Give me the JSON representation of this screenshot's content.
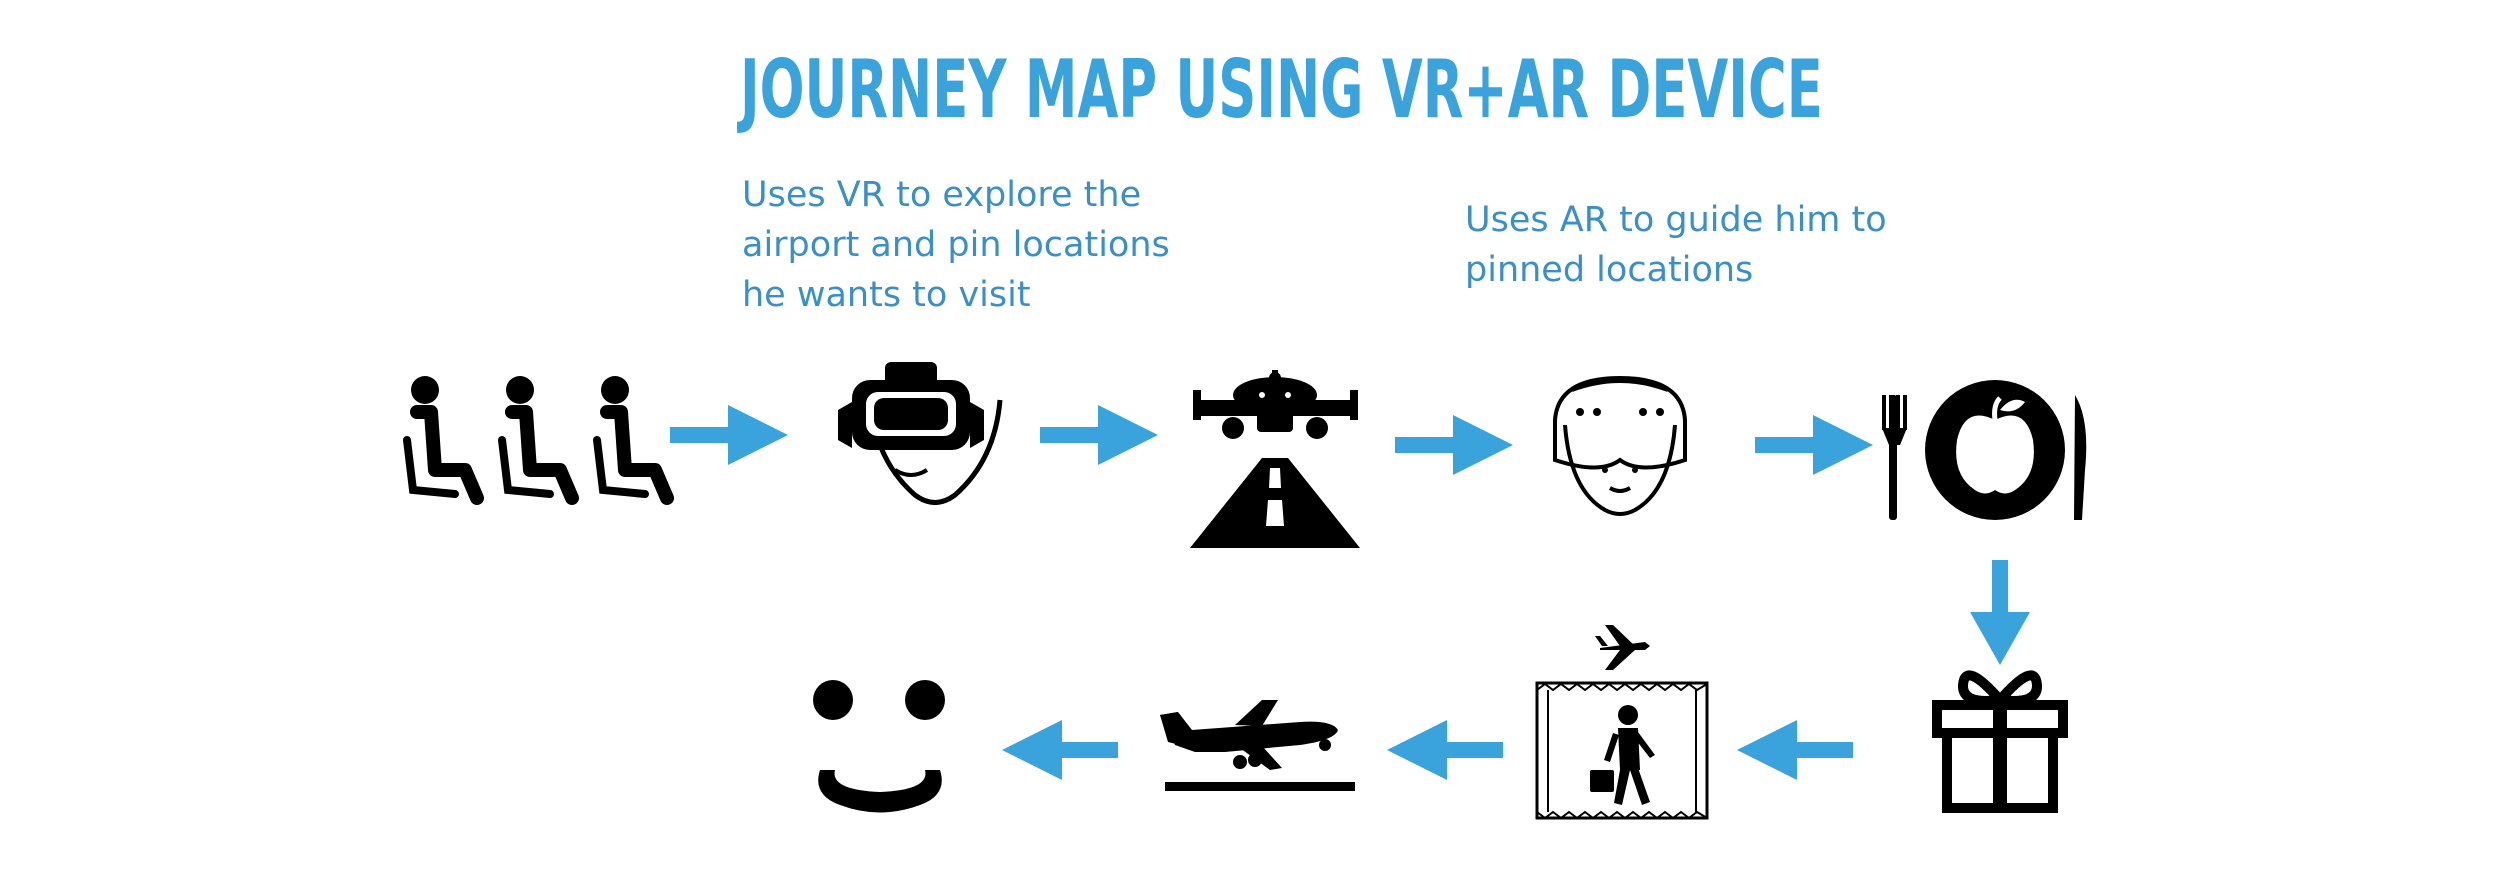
{
  "title": "JOURNEY MAP USING VR+AR DEVICE",
  "notes": {
    "vr": "Uses VR to explore the\nairport and pin locations\nhe wants to visit",
    "ar": "Uses AR to guide him to\npinned locations"
  },
  "colors": {
    "accent": "#3aa3db",
    "note_text": "#3a8fc8",
    "icon": "#000000",
    "background": "#ffffff"
  },
  "steps": [
    {
      "icon": "waiting-seats-icon"
    },
    {
      "icon": "vr-headset-icon"
    },
    {
      "icon": "airplane-landing-icon"
    },
    {
      "icon": "ar-headset-icon"
    },
    {
      "icon": "dining-icon"
    },
    {
      "icon": "gift-icon"
    },
    {
      "icon": "jet-bridge-icon"
    },
    {
      "icon": "airplane-takeoff-icon"
    },
    {
      "icon": "smiley-icon"
    }
  ]
}
